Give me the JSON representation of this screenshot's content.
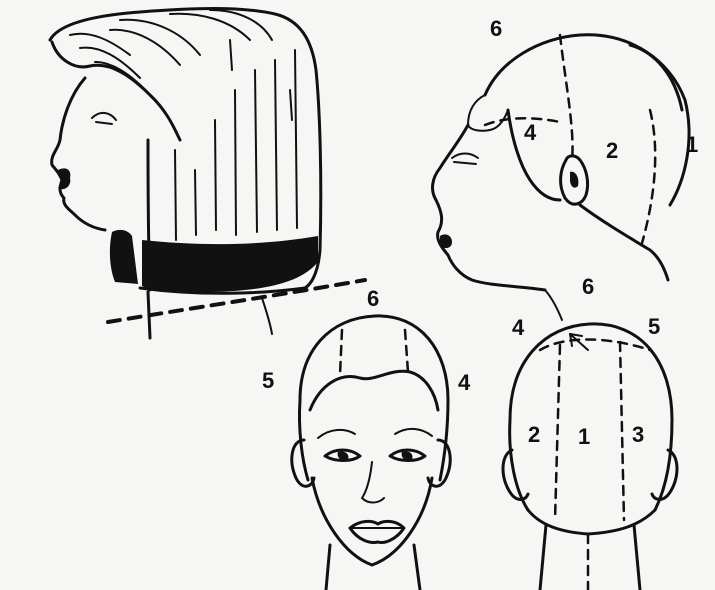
{
  "labels": {
    "side_top": "6",
    "side_crown": "4",
    "side_back": "2",
    "side_edge": "1",
    "back_top": "6",
    "back_left": "4",
    "back_right": "5",
    "back_zone_left": "2",
    "back_zone_center": "1",
    "back_zone_right": "3",
    "front_top": "6",
    "front_left": "5",
    "front_right": "4"
  }
}
